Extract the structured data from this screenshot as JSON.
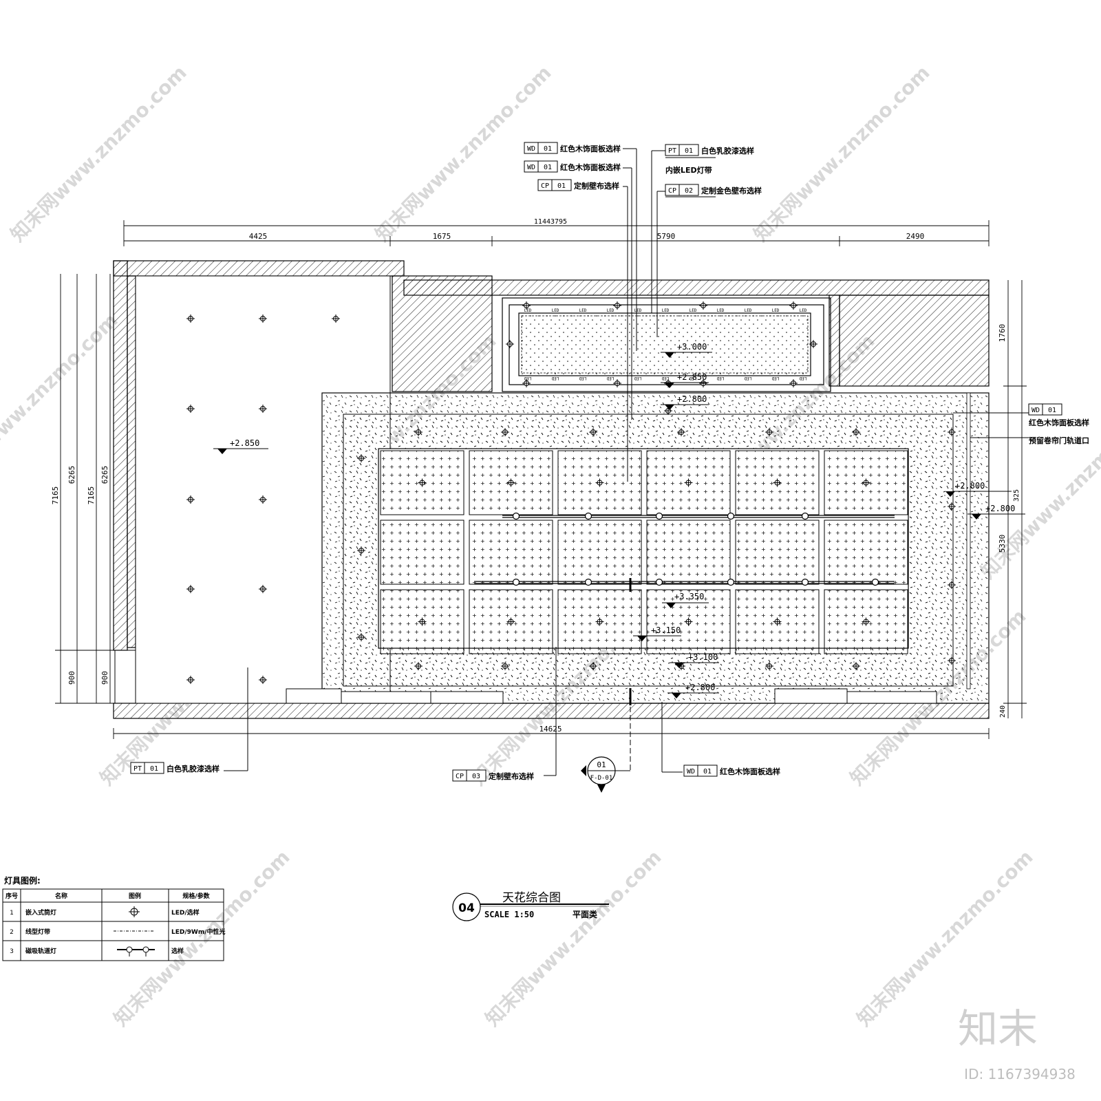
{
  "dimensions": {
    "top_total": "11443795",
    "top_segments": [
      "4425",
      "1675",
      "5790",
      "2490"
    ],
    "left_outer": [
      "7165",
      "900"
    ],
    "left_inner": [
      "6265",
      "900"
    ],
    "left_outer2": "7165",
    "left_inner2": "6265",
    "right_top": "1760",
    "right_mid": "5330",
    "right_bottom": "240",
    "right_small": "325",
    "bottom_total": "14625"
  },
  "levels": {
    "left_room": "+2.850",
    "recess_top": "+3.000",
    "recess_edge": "+2.850",
    "step": "+2.800",
    "right_a": "+2.800",
    "right_b": "+2.800",
    "center_a": "+3.350",
    "center_b": "+3.150",
    "center_c": "+3.100",
    "bottom": "+2.800"
  },
  "callouts": {
    "top_left": [
      {
        "code": "WD",
        "num": "01",
        "text": "红色木饰面板选样"
      },
      {
        "code": "WD",
        "num": "01",
        "text": "红色木饰面板选样"
      },
      {
        "code": "CP",
        "num": "01",
        "text": "定制壁布选样"
      }
    ],
    "top_right": [
      {
        "code": "PT",
        "num": "01",
        "text": "白色乳胶漆选样"
      },
      {
        "code": "",
        "num": "",
        "text": "内嵌LED灯带"
      },
      {
        "code": "CP",
        "num": "02",
        "text": "定制金色壁布选样"
      }
    ],
    "right": [
      {
        "code": "WD",
        "num": "01",
        "text": "红色木饰面板选样"
      },
      {
        "code": "",
        "num": "",
        "text": "预留卷帘门轨道口"
      }
    ],
    "bottom_left": {
      "code": "PT",
      "num": "01",
      "text": "白色乳胶漆选样"
    },
    "bottom_mid": {
      "code": "CP",
      "num": "03",
      "text": "定制壁布选样"
    },
    "bottom_right": {
      "code": "WD",
      "num": "01",
      "text": "红色木饰面板选样"
    }
  },
  "section_marker": {
    "top": "01",
    "bottom": "F-D-01"
  },
  "led_label": "LED",
  "title": {
    "number": "04",
    "name": "天花综合图",
    "scale": "SCALE 1:50",
    "type": "平面类"
  },
  "legend": {
    "heading": "灯具图例:",
    "columns": [
      "序号",
      "名称",
      "图例",
      "规格/参数"
    ],
    "rows": [
      {
        "no": "1",
        "name": "嵌入式筒灯",
        "symbol": "downlight-icon",
        "spec": "LED/选样"
      },
      {
        "no": "2",
        "name": "线型灯带",
        "symbol": "linear-strip-icon",
        "spec": "LED/9Wm/中性光"
      },
      {
        "no": "3",
        "name": "磁吸轨道灯",
        "symbol": "track-light-icon",
        "spec": "选样"
      }
    ]
  },
  "watermark": {
    "text": "知末网www.znzmo.com",
    "logo": "知末",
    "id": "ID: 1167394938"
  },
  "colors": {
    "line": "#000000",
    "watermark": "#d8d8d8"
  }
}
